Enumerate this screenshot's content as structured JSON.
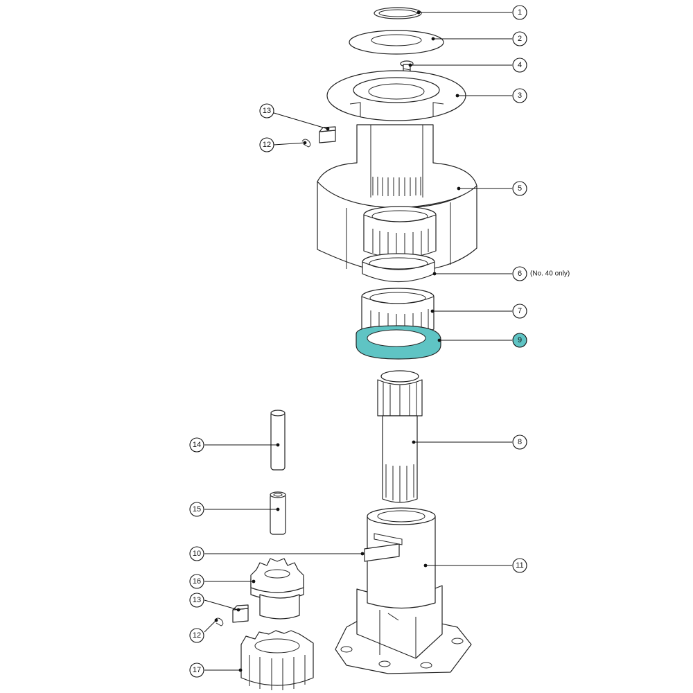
{
  "highlight_color": "#5fc4c4",
  "highlighted_part": "9",
  "callouts": {
    "c1": "1",
    "c2": "2",
    "c3": "3",
    "c4": "4",
    "c5": "5",
    "c6": "6",
    "c6_note": "(No. 40 only)",
    "c7": "7",
    "c8": "8",
    "c9": "9",
    "c10": "10",
    "c11": "11",
    "c12a": "12",
    "c12b": "12",
    "c13a": "13",
    "c13b": "13",
    "c14": "14",
    "c15": "15",
    "c16": "16",
    "c17": "17"
  }
}
